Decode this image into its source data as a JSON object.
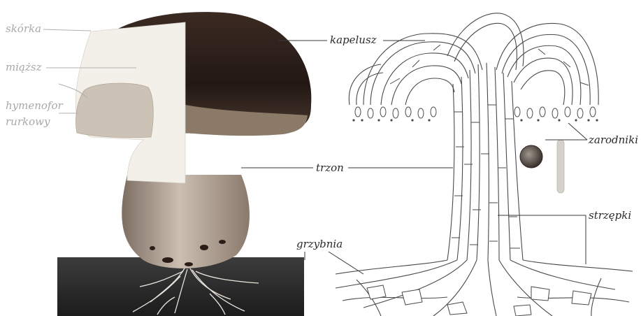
{
  "labels": {
    "skorka": "skórka",
    "miazsz": "miąższ",
    "hymenofor_line1": "hymenofor",
    "hymenofor_line2": "rurkowy",
    "kapelusz": "kapelusz",
    "trzon": "trzon",
    "grzybnia": "grzybnia",
    "zarodniki": "zarodniki",
    "strzepki": "strzępki"
  },
  "colors": {
    "cap_dark": "#2b1f1a",
    "cap_cut": "#f2efe9",
    "stem_skin": "#b9a99a",
    "soil": "#2d2d2d",
    "label_dark": "#2a2a2a",
    "label_light": "#a8a8a8"
  }
}
